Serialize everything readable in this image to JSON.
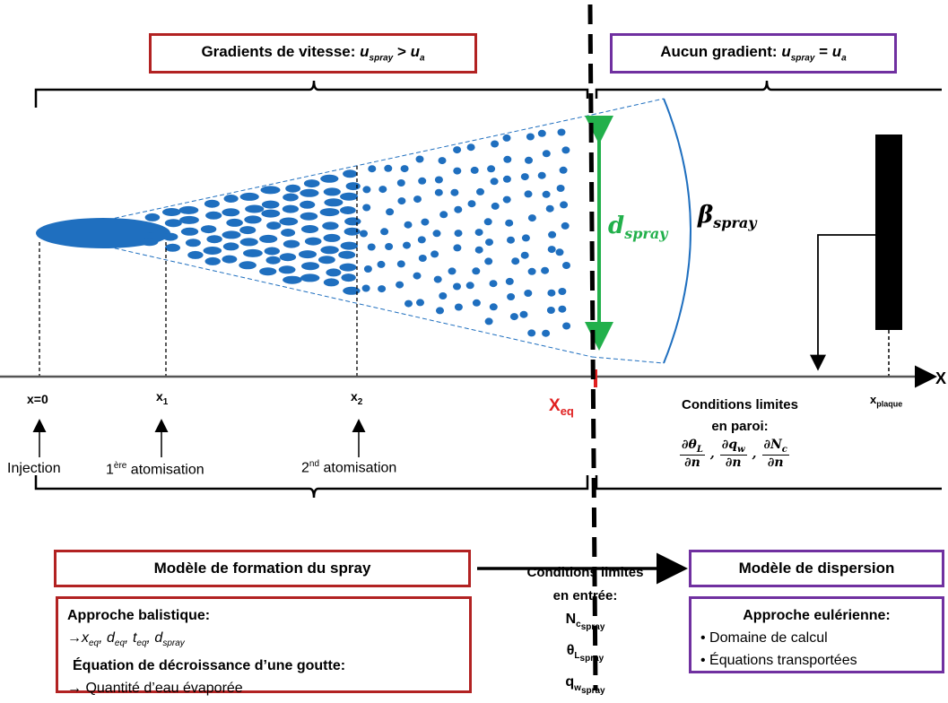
{
  "top_left_box": {
    "prefix": "Gradients de vitesse: ",
    "u1": "u",
    "u1_sub": "spray",
    "op": " > ",
    "u2": "u",
    "u2_sub": "a"
  },
  "top_right_box": {
    "prefix": "Aucun gradient: ",
    "u1": "u",
    "u1_sub": "spray",
    "op": " = ",
    "u2": "u",
    "u2_sub": "a"
  },
  "spray": {
    "d_label": "d",
    "d_sub": "spray",
    "beta_label": "β",
    "beta_sub": "spray"
  },
  "axis": {
    "x_label": "X",
    "x0": "x=0",
    "x1": "x",
    "x1_sub": "1",
    "x2": "x",
    "x2_sub": "2",
    "xeq": "X",
    "xeq_sub": "eq",
    "xplaque": "x",
    "xplaque_sub": "plaque"
  },
  "events": {
    "injection": "Injection",
    "first_atom_sup": "ère",
    "first_atom_pre": "1",
    "first_atom_text": " atomisation",
    "second_atom_pre": "2",
    "second_atom_sup": "nd",
    "second_atom_text": " atomisation"
  },
  "wall_conditions": {
    "line1": "Conditions limites",
    "line2": "en paroi:",
    "t1_num": "∂θ",
    "t1_sub": "L",
    "t2_num": "∂q",
    "t2_sub": "w",
    "t3_num": "∂N",
    "t3_sub": "c",
    "den": "∂n"
  },
  "formation_model": {
    "title": "Modèle de formation du spray",
    "approach": "Approche balistique",
    "outputs": "x",
    "outputs_rest": [
      {
        "v": "x",
        "s": "eq"
      },
      {
        "v": "d",
        "s": "eq"
      },
      {
        "v": "t",
        "s": "eq"
      },
      {
        "v": "d",
        "s": "spray"
      }
    ],
    "equation": "Équation de décroissance d’une goutte:",
    "result": "Quantité d’eau évaporée",
    "arrow": "→"
  },
  "inlet_conditions": {
    "line1": "Conditions limites",
    "line2": "en entrée:",
    "n_var": "N",
    "n_sub": "c",
    "n_subsub": "spray",
    "theta_var": "θ",
    "theta_sub": "L",
    "theta_subsub": "spray",
    "q_var": "q",
    "q_sub": "w",
    "q_subsub": "spray"
  },
  "dispersion_model": {
    "title": "Modèle de dispersion",
    "approach": "Approche eulérienne",
    "items": [
      "Domaine de calcul",
      "Équations transportées"
    ]
  },
  "colors": {
    "spray_blue": "#1f6fbf",
    "red_border": "#b22222",
    "purple_border": "#7030a0",
    "green": "#22b04b",
    "xeq_red": "#e02020"
  }
}
